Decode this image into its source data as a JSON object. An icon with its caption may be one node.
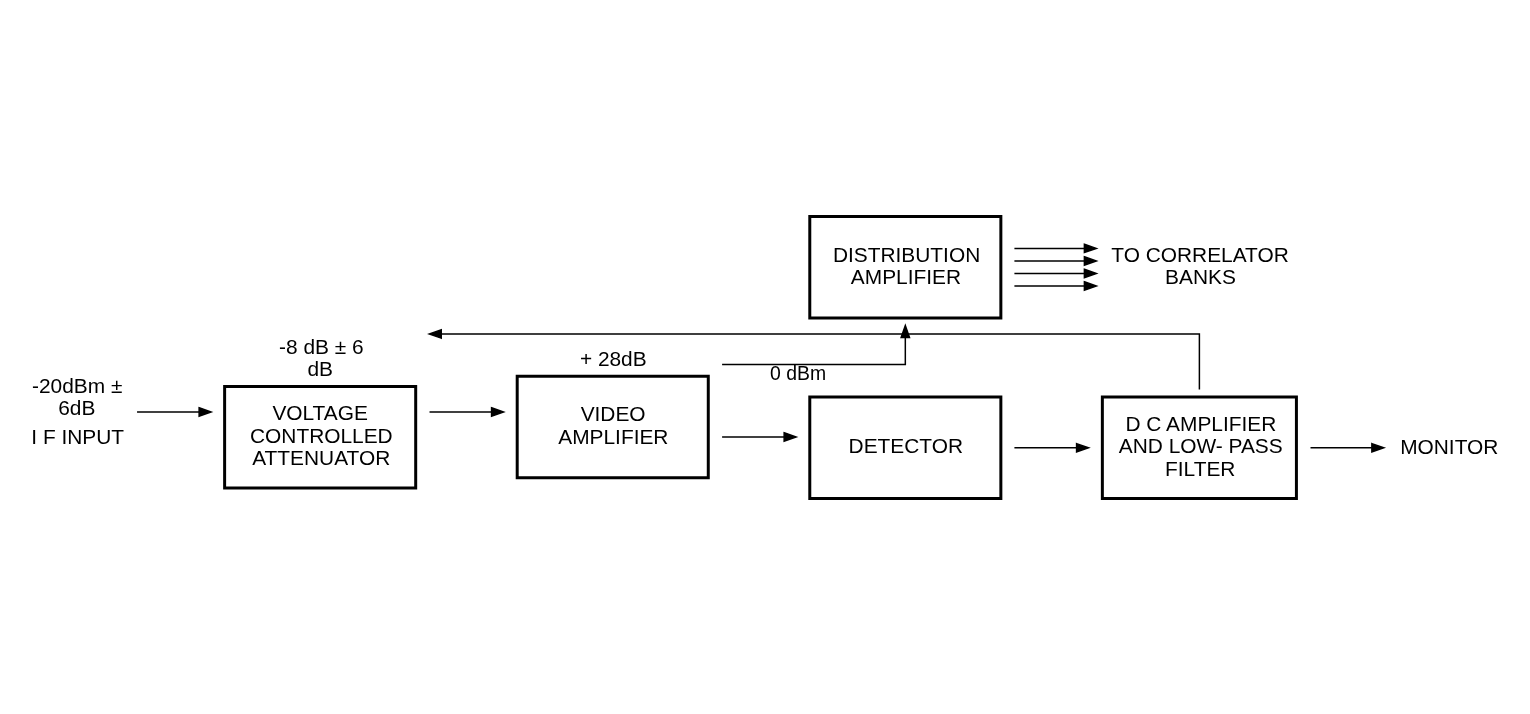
{
  "diagram": {
    "nodes": [
      {
        "text": [
          "I F INPUT"
        ],
        "beside": [
          "-20dBm ± 6dB"
        ]
      },
      {
        "text": [
          "VOLTAGE CONTROLLED ATTENUATOR"
        ],
        "beside": [
          "-8 dB ± 6 dB"
        ]
      },
      {
        "text": [
          "VIDEO AMPLIFIER"
        ],
        "beside": [
          "+ 28dB"
        ]
      },
      {
        "text": [
          "DISTRIBUTION AMPLIFIER"
        ]
      },
      {
        "text": [
          "TO CORRELATOR BANKS"
        ]
      },
      {
        "text": [
          "DETECTOR"
        ]
      },
      {
        "text": [
          "D C AMPLIFIER AND LOW- PASS FILTER"
        ]
      },
      {
        "text": [
          "MONITOR"
        ]
      }
    ],
    "edges": [
      {
        "from": 0,
        "to": 1,
        "arrow": "to"
      },
      {
        "from": 1,
        "to": 2,
        "arrow": "to"
      },
      {
        "from": 2,
        "to": 3,
        "arrow": "to",
        "label": "0 dBm"
      },
      {
        "from": 3,
        "to": 4,
        "arrow": "to"
      },
      {
        "from": 3,
        "to": 4,
        "arrow": "to"
      },
      {
        "from": 3,
        "to": 4,
        "arrow": "to"
      },
      {
        "from": 3,
        "to": 4,
        "arrow": "to"
      },
      {
        "from": 2,
        "to": 5,
        "arrow": "to"
      },
      {
        "from": 5,
        "to": 6,
        "arrow": "to"
      },
      {
        "from": 6,
        "to": 7,
        "arrow": "to"
      },
      {
        "from": 6,
        "to": 1,
        "arrow": "to"
      }
    ]
  }
}
